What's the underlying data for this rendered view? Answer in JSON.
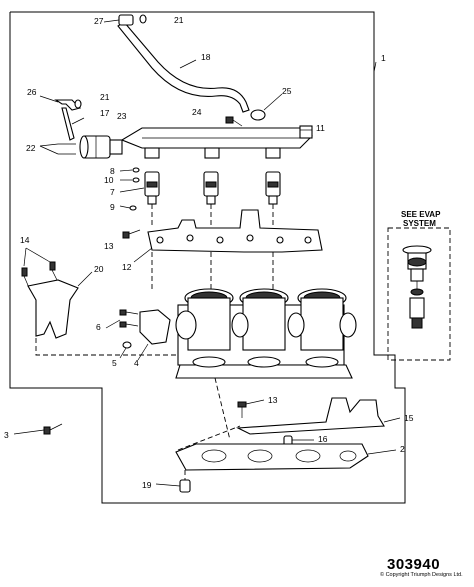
{
  "evap": {
    "line1": "SEE EVAP",
    "line2": "SYSTEM"
  },
  "drawing_number": "303940",
  "copyright": "© Copyright Triumph Designs Ltd.",
  "callouts": [
    {
      "id": "c27",
      "label": "27"
    },
    {
      "id": "c21a",
      "label": "21"
    },
    {
      "id": "c18",
      "label": "18"
    },
    {
      "id": "c1",
      "label": "1"
    },
    {
      "id": "c26",
      "label": "26"
    },
    {
      "id": "c21b",
      "label": "21"
    },
    {
      "id": "c17",
      "label": "17"
    },
    {
      "id": "c23",
      "label": "23"
    },
    {
      "id": "c25",
      "label": "25"
    },
    {
      "id": "c24",
      "label": "24"
    },
    {
      "id": "c22",
      "label": "22"
    },
    {
      "id": "c11",
      "label": "11"
    },
    {
      "id": "c8",
      "label": "8"
    },
    {
      "id": "c10",
      "label": "10"
    },
    {
      "id": "c7",
      "label": "7"
    },
    {
      "id": "c9",
      "label": "9"
    },
    {
      "id": "c13a",
      "label": "13"
    },
    {
      "id": "c12",
      "label": "12"
    },
    {
      "id": "c14",
      "label": "14"
    },
    {
      "id": "c20",
      "label": "20"
    },
    {
      "id": "c6",
      "label": "6"
    },
    {
      "id": "c5",
      "label": "5"
    },
    {
      "id": "c4",
      "label": "4"
    },
    {
      "id": "c13b",
      "label": "13"
    },
    {
      "id": "c15",
      "label": "15"
    },
    {
      "id": "c3",
      "label": "3"
    },
    {
      "id": "c16",
      "label": "16"
    },
    {
      "id": "c2",
      "label": "2"
    },
    {
      "id": "c19",
      "label": "19"
    }
  ]
}
